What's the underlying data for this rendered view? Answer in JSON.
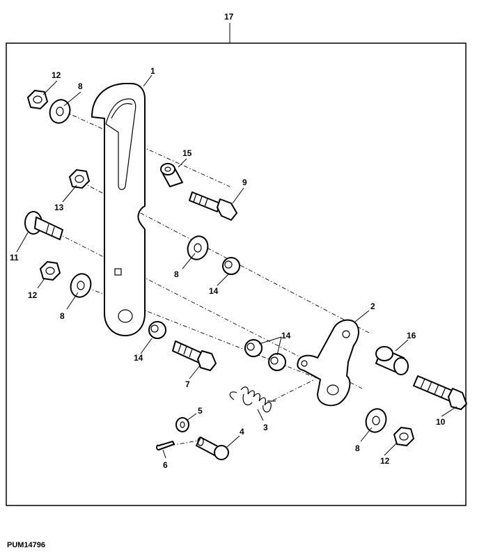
{
  "assembly_callout": "17",
  "document_id": "PUM14796",
  "callouts": [
    "1",
    "12",
    "8",
    "15",
    "9",
    "13",
    "11",
    "8",
    "14",
    "12",
    "8",
    "14",
    "7",
    "14",
    "2",
    "16",
    "3",
    "5",
    "4",
    "6",
    "8",
    "12",
    "10"
  ]
}
